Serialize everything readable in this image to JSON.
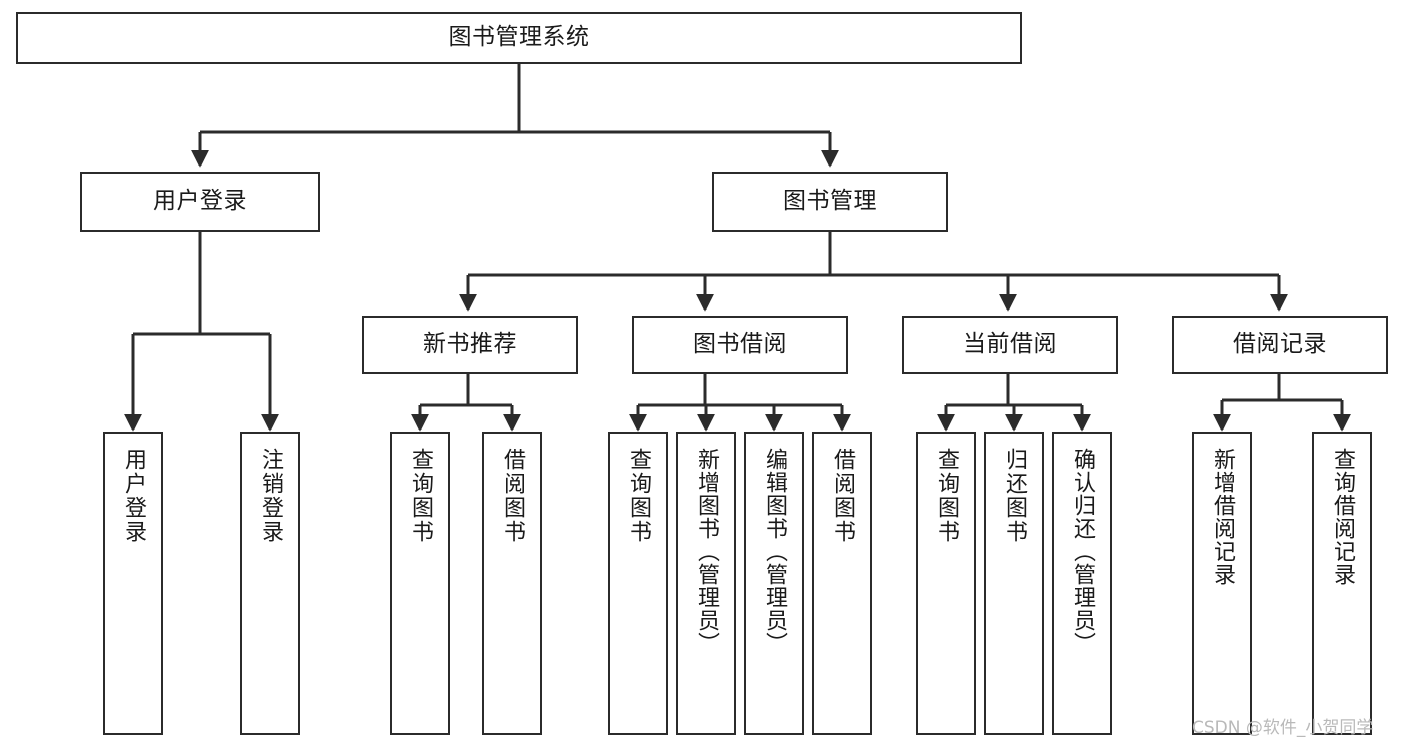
{
  "diagram": {
    "type": "tree-hierarchy",
    "title": "图书管理系统",
    "watermark": "CSDN @软件_小贺同学",
    "colors": {
      "background": "#ffffff",
      "box_border": "#2b2b2b",
      "box_fill": "#ffffff",
      "text": "#1a1a1a",
      "connector": "#2b2b2b",
      "watermark": "#b9b9b9"
    },
    "root": {
      "id": "root",
      "label": "图书管理系统"
    },
    "level2": [
      {
        "id": "user-login",
        "label": "用户登录"
      },
      {
        "id": "book-manage",
        "label": "图书管理"
      }
    ],
    "level3": [
      {
        "id": "new-book-recommend",
        "label": "新书推荐",
        "parent": "book-manage"
      },
      {
        "id": "book-borrow",
        "label": "图书借阅",
        "parent": "book-manage"
      },
      {
        "id": "current-borrow",
        "label": "当前借阅",
        "parent": "book-manage"
      },
      {
        "id": "borrow-record",
        "label": "借阅记录",
        "parent": "book-manage"
      }
    ],
    "leaves": [
      {
        "id": "leaf-user-login",
        "label": "用户登录",
        "parent": "user-login"
      },
      {
        "id": "leaf-user-logout",
        "label": "注销登录",
        "parent": "user-login"
      },
      {
        "id": "leaf-query-book-1",
        "label": "查询图书",
        "parent": "new-book-recommend"
      },
      {
        "id": "leaf-borrow-book-1",
        "label": "借阅图书",
        "parent": "new-book-recommend"
      },
      {
        "id": "leaf-query-book-2",
        "label": "查询图书",
        "parent": "book-borrow"
      },
      {
        "id": "leaf-add-book",
        "label": "新增图书（管理员）",
        "parent": "book-borrow"
      },
      {
        "id": "leaf-edit-book",
        "label": "编辑图书（管理员）",
        "parent": "book-borrow"
      },
      {
        "id": "leaf-borrow-book-2",
        "label": "借阅图书",
        "parent": "book-borrow"
      },
      {
        "id": "leaf-query-book-3",
        "label": "查询图书",
        "parent": "current-borrow"
      },
      {
        "id": "leaf-return-book",
        "label": "归还图书",
        "parent": "current-borrow"
      },
      {
        "id": "leaf-confirm-return",
        "label": "确认归还（管理员）",
        "parent": "current-borrow"
      },
      {
        "id": "leaf-add-record",
        "label": "新增借阅记录",
        "parent": "borrow-record"
      },
      {
        "id": "leaf-query-record",
        "label": "查询借阅记录",
        "parent": "borrow-record"
      }
    ]
  }
}
